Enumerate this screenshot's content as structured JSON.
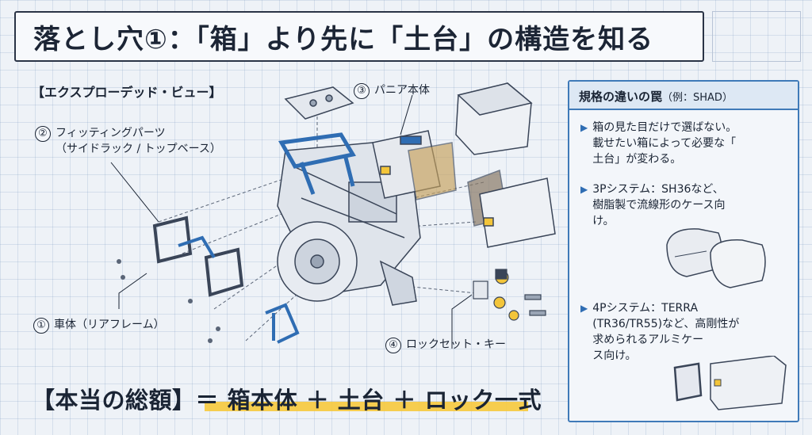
{
  "title": "落とし穴①：「箱」より先に「土台」の構造を知る",
  "view_label": "【エクスプローデッド・ビュー】",
  "callouts": [
    {
      "num": "②",
      "text": "フィッティングパーツ\n（サイドラック / トップベース）"
    },
    {
      "num": "③",
      "text": "パニア本体"
    },
    {
      "num": "①",
      "text": "車体（リアフレーム）"
    },
    {
      "num": "④",
      "text": "ロックセット・キー"
    }
  ],
  "spec": {
    "heading": "規格の違いの罠",
    "heading_note": "（例：SHAD）",
    "items": [
      {
        "text": "箱の見た目だけで選ばない。\n載せたい箱によって必要な「\n土台」が変わる。"
      },
      {
        "text": "3Pシステム：SH36など、\n樹脂製で流線形のケース向\nけ。"
      },
      {
        "text": "4Pシステム：TERRA\n(TR36/TR55)など、高剛性が\n求められるアルミケー\nス向け。"
      }
    ]
  },
  "formula": "【本当の総額】＝ 箱本体 ＋ 土台 ＋ ロック一式",
  "colors": {
    "accent": "#3f7ab8",
    "highlight": "#f6c93c",
    "frame_blue": "#2f6db3",
    "ink": "#1a2434"
  }
}
